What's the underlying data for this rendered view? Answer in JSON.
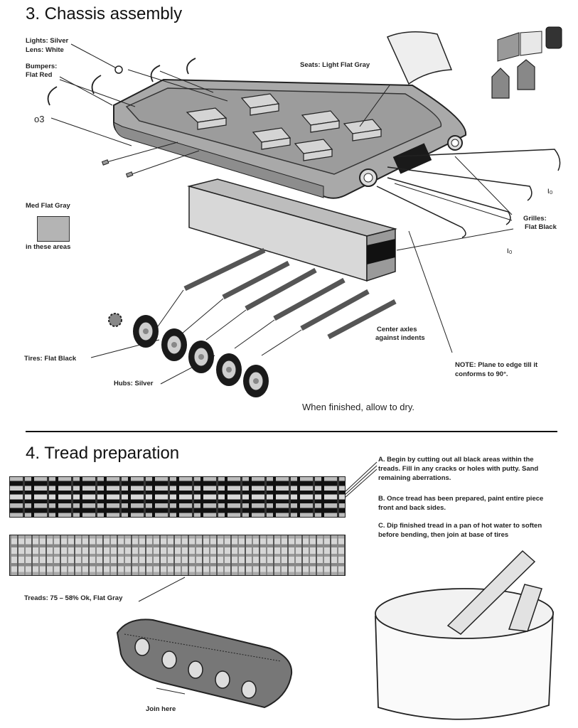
{
  "section3": {
    "title": "3. Chassis assembly",
    "labels": {
      "lights": "Lights: Silver",
      "lens": "Lens: White",
      "bumpers": "Bumpers:",
      "bumpers_color": "Flat Red",
      "seats": "Seats: Light Flat Gray",
      "med_flat_gray": "Med Flat Gray",
      "in_these_areas": "in these areas",
      "grilles": "Grilles:",
      "grilles_color": "Flat Black",
      "center_axles": "Center axles",
      "against_indents": "against indents",
      "note": "NOTE: Plane to edge till it conforms to 90°.",
      "tires": "Tires: Flat Black",
      "hubs": "Hubs: Silver",
      "finished": "When finished, allow to dry."
    }
  },
  "section4": {
    "title": "4. Tread preparation",
    "steps": [
      "A. Begin by cutting out all black areas within the treads. Fill in any cracks or holes with putty. Sand remaining aberrations.",
      "B. Once tread has been prepared, paint entire piece front and back sides.",
      "C. Dip finished tread in a pan of hot water to soften before bending, then join at base of tires"
    ],
    "treads_label": "Treads: 75 – 58% Ok, Flat Gray",
    "join_here": "Join here"
  },
  "colors": {
    "chassis": "#a9a9a9",
    "med_flat_gray": "#b4b4b4",
    "ink": "#111111"
  }
}
